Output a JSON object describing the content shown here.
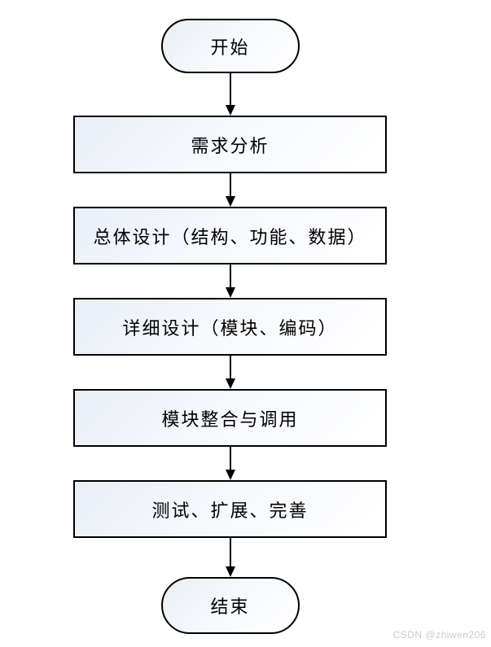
{
  "flowchart": {
    "direction": "top-down",
    "nodes": [
      {
        "id": "start",
        "type": "terminator",
        "label": "开始"
      },
      {
        "id": "step1",
        "type": "process",
        "label": "需求分析"
      },
      {
        "id": "step2",
        "type": "process",
        "label": "总体设计（结构、功能、数据）"
      },
      {
        "id": "step3",
        "type": "process",
        "label": "详细设计（模块、编码）"
      },
      {
        "id": "step4",
        "type": "process",
        "label": "模块整合与调用"
      },
      {
        "id": "step5",
        "type": "process",
        "label": "测试、扩展、完善"
      },
      {
        "id": "end",
        "type": "terminator",
        "label": "结束"
      }
    ],
    "edges": [
      {
        "from": "start",
        "to": "step1"
      },
      {
        "from": "step1",
        "to": "step2"
      },
      {
        "from": "step2",
        "to": "step3"
      },
      {
        "from": "step3",
        "to": "step4"
      },
      {
        "from": "step4",
        "to": "step5"
      },
      {
        "from": "step5",
        "to": "end"
      }
    ],
    "colors": {
      "node_fill_gradient_start": "#e9eef7",
      "node_fill_gradient_end": "#ffffff",
      "node_border": "#000000",
      "arrow": "#000000",
      "text": "#000000",
      "background": "#ffffff"
    }
  },
  "watermark": {
    "text": "CSDN @zhiwen206",
    "color": "#cbcbcb"
  }
}
